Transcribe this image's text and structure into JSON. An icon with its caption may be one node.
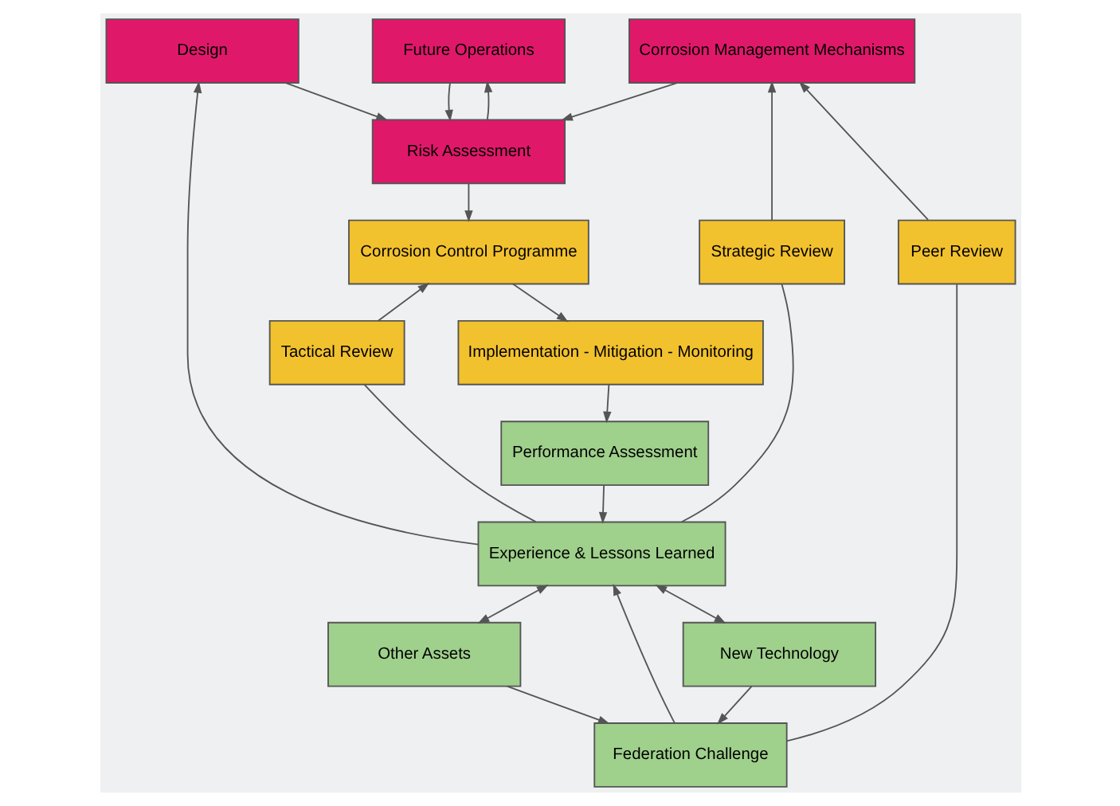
{
  "diagram": {
    "nodes": [
      {
        "text": [
          "Design"
        ]
      },
      {
        "text": [
          "Corrosion Management Mechanisms"
        ]
      },
      {
        "text": [
          "Future Operations"
        ]
      },
      {
        "text": [
          "Risk Assessment"
        ]
      },
      {
        "text": [
          "Strategic Review"
        ]
      },
      {
        "text": [
          "Corrosion Control Programme"
        ]
      },
      {
        "text": [
          "Implementation - Mitigation - Monitoring"
        ]
      },
      {
        "text": [
          "Peer Review"
        ]
      },
      {
        "text": [
          "Tactical Review"
        ]
      },
      {
        "text": [
          "Performance Assessment"
        ]
      },
      {
        "text": [
          "Experience & Lessons Learned"
        ]
      },
      {
        "text": [
          "New Technology"
        ]
      },
      {
        "text": [
          "Other Assets"
        ]
      },
      {
        "text": [
          "Federation Challenge"
        ]
      }
    ],
    "edges": [
      {
        "from": 10,
        "to": 4,
        "arrow": "none"
      },
      {
        "from": 4,
        "to": 1,
        "arrow": "to"
      },
      {
        "from": 10,
        "to": 0,
        "arrow": "to"
      },
      {
        "from": 0,
        "to": 3,
        "arrow": "to"
      },
      {
        "from": 1,
        "to": 3,
        "arrow": "to"
      },
      {
        "from": 2,
        "to": 3,
        "arrow": "to"
      },
      {
        "from": 3,
        "to": 2,
        "arrow": "to"
      },
      {
        "from": 3,
        "to": 5,
        "arrow": "to"
      },
      {
        "from": 5,
        "to": 6,
        "arrow": "to"
      },
      {
        "from": 6,
        "to": 9,
        "arrow": "to"
      },
      {
        "from": 9,
        "to": 10,
        "arrow": "to"
      },
      {
        "from": 10,
        "to": 8,
        "arrow": "none"
      },
      {
        "from": 8,
        "to": 5,
        "arrow": "to"
      },
      {
        "from": 13,
        "to": 7,
        "arrow": "none"
      },
      {
        "from": 7,
        "to": 1,
        "arrow": "to"
      },
      {
        "from": 10,
        "to": 11,
        "arrow": "both"
      },
      {
        "from": 10,
        "to": 12,
        "arrow": "both"
      },
      {
        "from": 13,
        "to": 10,
        "arrow": "to"
      },
      {
        "from": 11,
        "to": 13,
        "arrow": "to"
      },
      {
        "from": 12,
        "to": 13,
        "arrow": "to"
      }
    ]
  }
}
